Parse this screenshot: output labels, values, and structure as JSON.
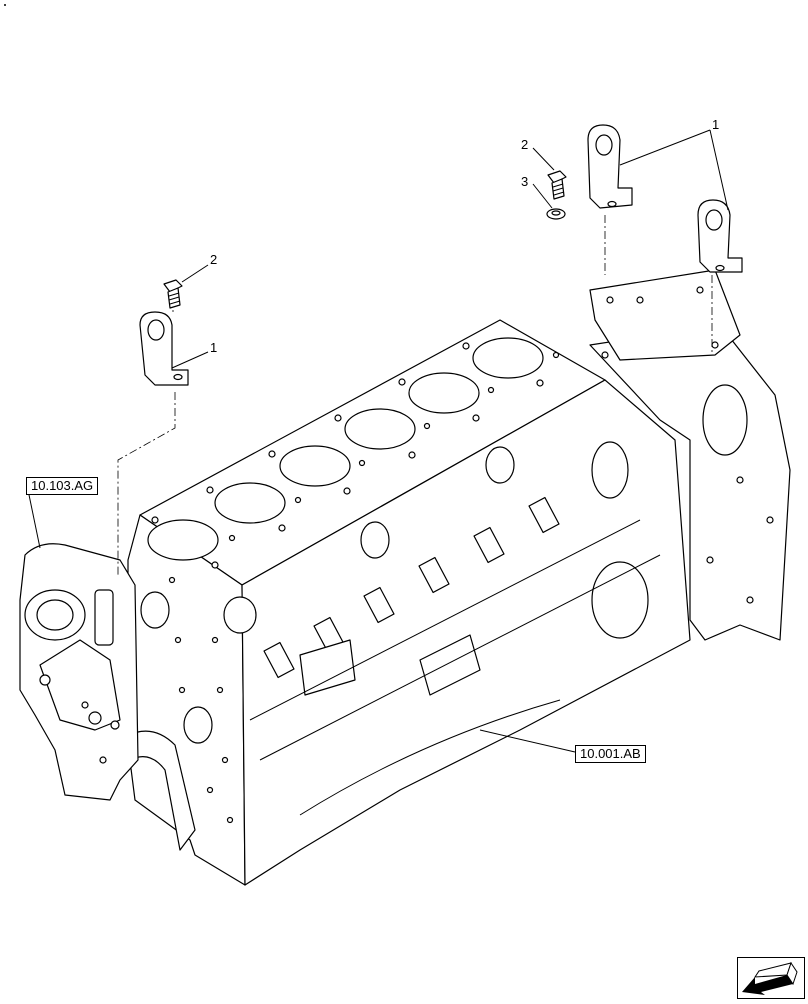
{
  "callouts": {
    "right_bracket_num": "1",
    "right_bolt_num": "2",
    "right_washer_num": "3",
    "left_bolt_num": "2",
    "left_bracket_num": "1"
  },
  "references": {
    "front_cover_ref": "10.103.AG",
    "block_ref": "10.001.AB"
  },
  "icons": {
    "nav": "arrow-back-icon"
  },
  "colors": {
    "line": "#000000",
    "background": "#ffffff"
  }
}
